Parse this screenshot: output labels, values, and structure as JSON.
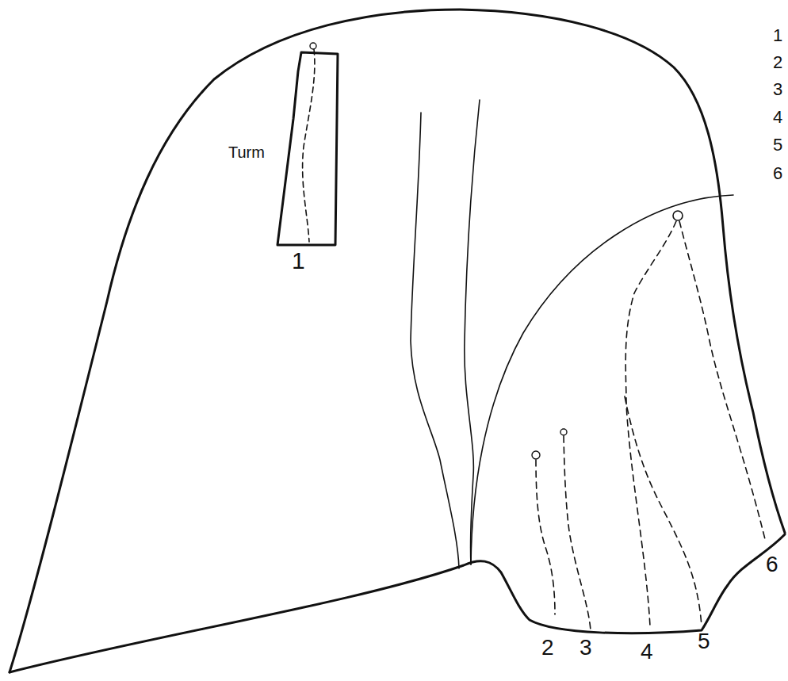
{
  "diagram": {
    "labels": [
      "Turm",
      "1",
      "2",
      "3",
      "4",
      "5",
      "6",
      "1",
      "2",
      "3",
      "4",
      "5",
      "6"
    ]
  }
}
